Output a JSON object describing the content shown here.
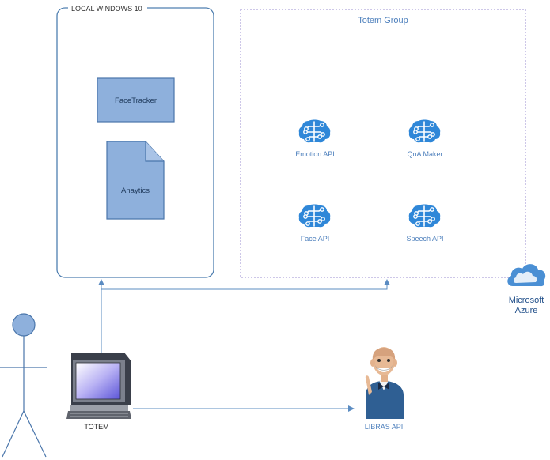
{
  "local_group": {
    "title": "LOCAL WINDOWS 10"
  },
  "facetracker": {
    "label": "FaceTracker"
  },
  "analytics": {
    "label": "Anaytics"
  },
  "totem_group": {
    "title": "Totem Group"
  },
  "services": {
    "emotion": {
      "label": "Emotion API",
      "icon": "brain-circuit-icon"
    },
    "qna": {
      "label": "QnA Maker",
      "icon": "brain-circuit-icon"
    },
    "face": {
      "label": "Face API",
      "icon": "brain-circuit-icon"
    },
    "speech": {
      "label": "Speech API",
      "icon": "brain-circuit-icon"
    }
  },
  "azure": {
    "line1": "Microsoft",
    "line2": "Azure",
    "icon": "cloud-icon"
  },
  "totem": {
    "label": "TOTEM",
    "icon": "computer-icon"
  },
  "libras": {
    "label": "LIBRAS API",
    "icon": "avatar-icon"
  },
  "user": {
    "icon": "person-icon"
  },
  "colors": {
    "line": "#5b8cc2",
    "box_fill": "#8eb0dc",
    "box_stroke": "#4a76ab",
    "label_blue": "#4f81bd",
    "brain": "#2f87d8",
    "group_dotted": "#9b8fd0"
  }
}
